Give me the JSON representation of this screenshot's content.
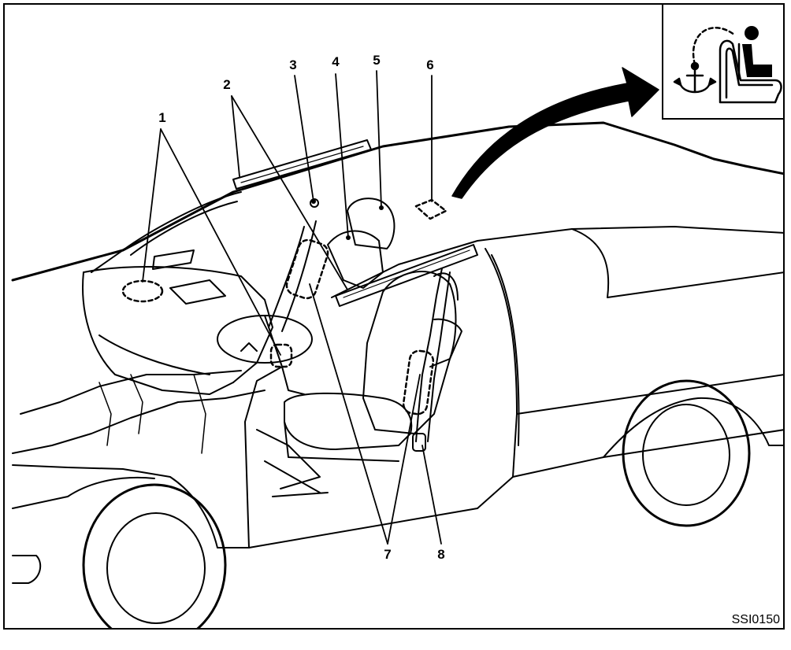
{
  "callouts": [
    "1",
    "2",
    "3",
    "4",
    "5",
    "6",
    "7",
    "8"
  ],
  "figure_code": "SSI0150",
  "icons": {
    "inset": "tether-anchor-child-seat-icon",
    "arrow": "curved-arrow-icon"
  },
  "colors": {
    "line": "#000000",
    "background": "#ffffff"
  }
}
